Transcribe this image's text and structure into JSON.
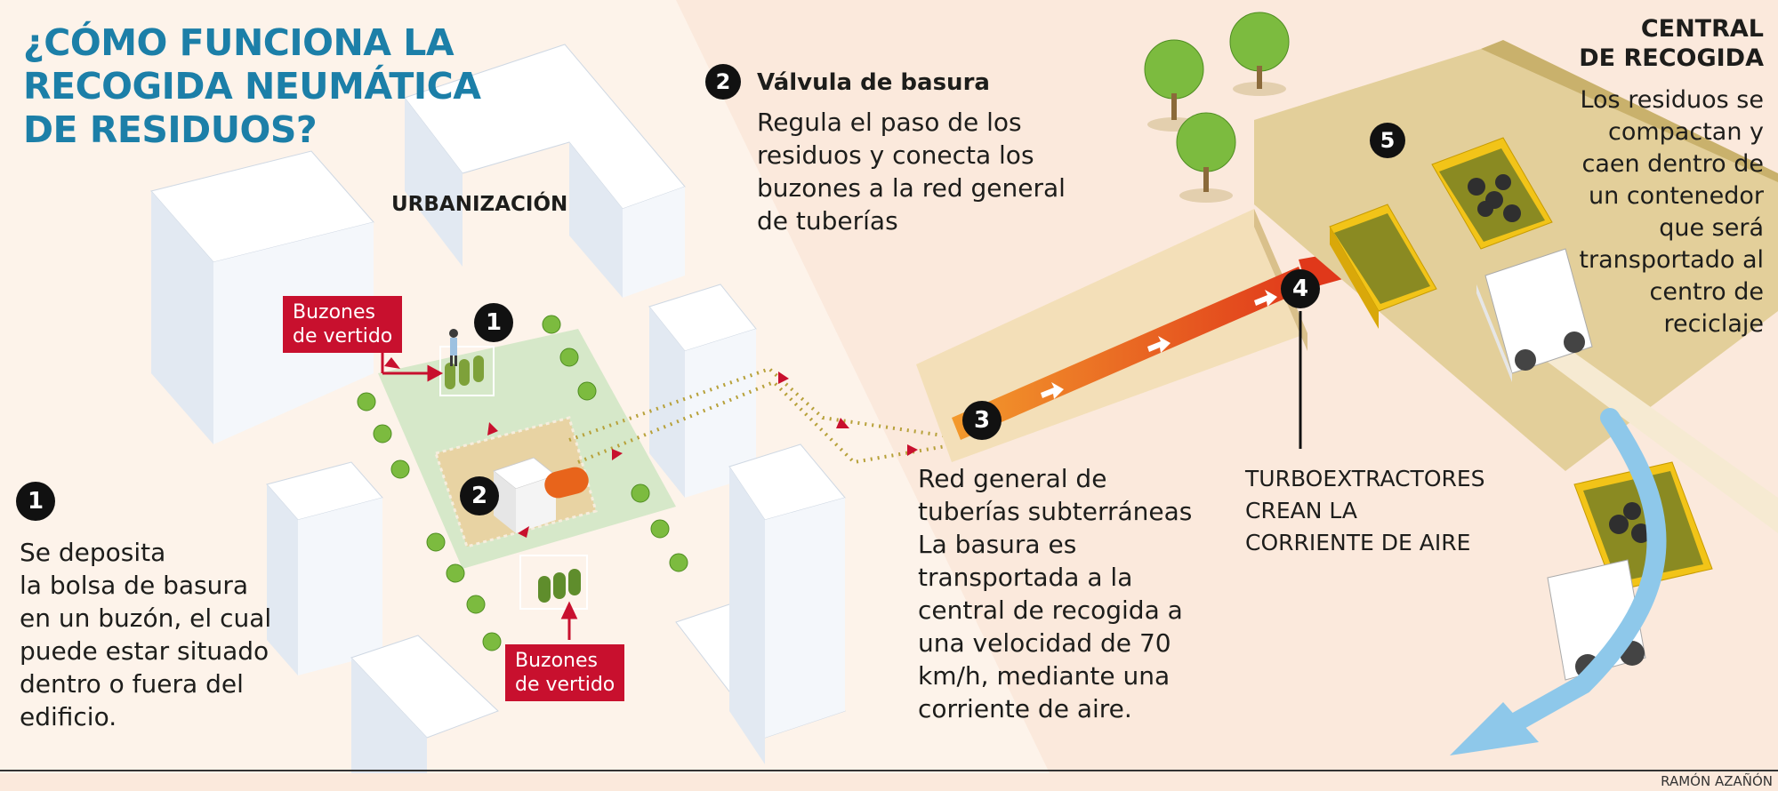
{
  "title": "¿CÓMO FUNCIONA LA RECOGIDA NEUMÁTICA DE RESIDUOS?",
  "urbanization_label": "URBANIZACIÓN",
  "callouts": {
    "buzones_top": "Buzones\nde vertido",
    "buzones_bottom": "Buzones\nde vertido"
  },
  "steps": {
    "step1": {
      "number": "1",
      "text": "Se deposita\nla bolsa de basura\nen un buzón, el cual\npuede estar situado\ndentro o fuera del\nedificio."
    },
    "step2": {
      "number": "2",
      "title": "Válvula de basura",
      "text": "Regula el paso de los\nresiduos y conecta los\nbuzones a la red general\nde tuberías"
    },
    "step3": {
      "number": "3",
      "text": "Red general de\ntuberías subterráneas\nLa basura es\ntransportada a la\ncentral de recogida a\nuna velocidad de 70\nkm/h, mediante una\ncorriente de aire."
    },
    "step4": {
      "number": "4",
      "text": "TURBOEXTRACTORES\nCREAN LA\nCORRIENTE DE AIRE"
    },
    "step5": {
      "number": "5",
      "title": "CENTRAL\nDE RECOGIDA",
      "text": "Los residuos se\ncompactan y\ncaen dentro de\nun contenedor\nque será\ntransportado al\ncentro de\nreciclaje"
    }
  },
  "map_markers": {
    "m1": "1",
    "m2": "2"
  },
  "credit": "RAMÓN AZAÑÓN",
  "colors": {
    "title_blue": "#1c7fa8",
    "callout_red": "#c8102e",
    "pipe_orange": "#e8641b",
    "container_yellow": "#f2c418",
    "background": "#fbe9dc",
    "building_white": "#ffffff",
    "building_shadow": "#dfe6ef",
    "plaza_green": "#d6e8c9",
    "arrow_blue": "#8ec8ea"
  }
}
